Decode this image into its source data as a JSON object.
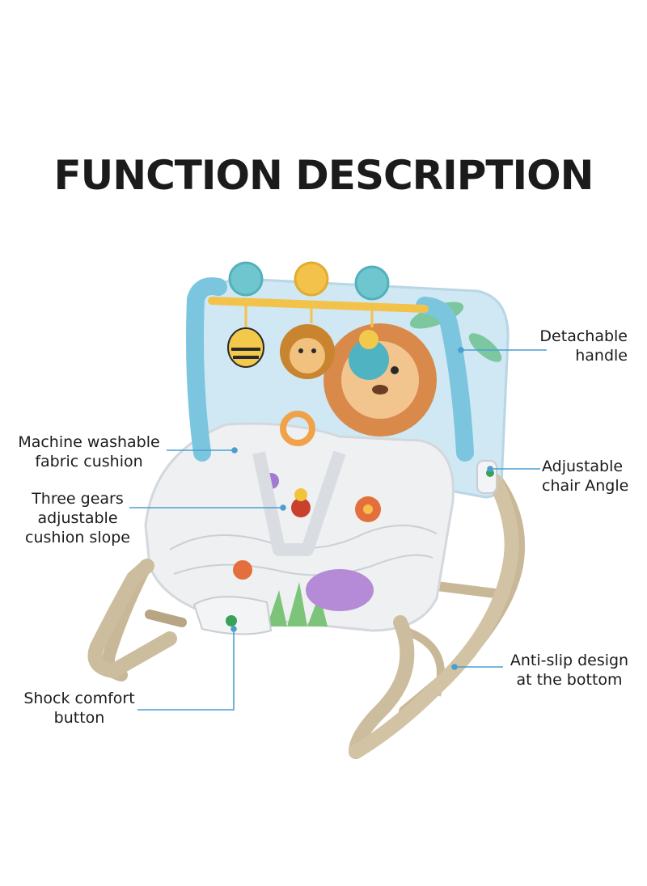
{
  "title": "FUNCTION DESCRIPTION",
  "product": {
    "name_icon": "baby-rocker-image",
    "colors": {
      "frame": "#cdbd9f",
      "frame_shadow": "#a9987a",
      "seat": "#eef0f2",
      "accent_blue": "#8fd0e6",
      "leader_line": "#4a9fd1"
    }
  },
  "callouts": {
    "detachable_handle": [
      "Detachable",
      "handle"
    ],
    "adjustable_angle": [
      "Adjustable",
      "chair Angle"
    ],
    "washable_cushion": [
      "Machine washable",
      "fabric cushion"
    ],
    "three_gears": [
      "Three gears",
      "adjustable",
      "cushion slope"
    ],
    "anti_slip": [
      "Anti-slip design",
      "at the bottom"
    ],
    "shock_button": [
      "Shock comfort",
      "button"
    ]
  }
}
